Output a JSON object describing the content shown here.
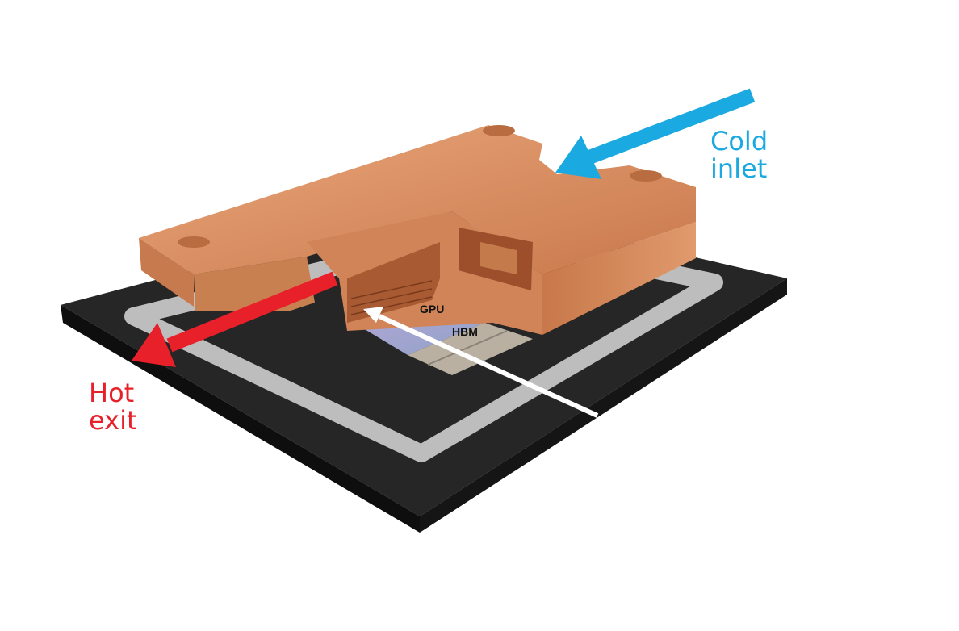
{
  "labels": {
    "cold_inlet": [
      "Cold",
      "inlet"
    ],
    "hot_exit": [
      "Hot",
      "exit"
    ],
    "gpu": "GPU",
    "hbm": "HBM"
  },
  "colors": {
    "cold": "#1ba9e1",
    "hot": "#e8202a",
    "copper": "#d98f62",
    "substrate": "#1c1c1c",
    "frame": "#b8b8b8"
  }
}
